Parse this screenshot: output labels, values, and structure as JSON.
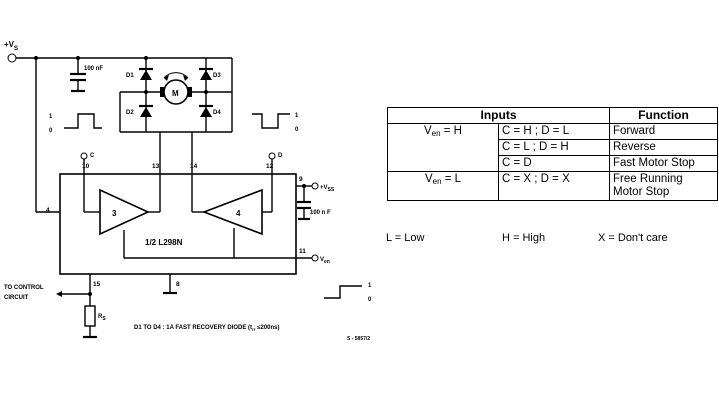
{
  "schematic": {
    "supply_label": "+V",
    "supply_sub": "S",
    "cap1_label": "100 nF",
    "cap2_label": "100 n F",
    "d1": "D1",
    "d2": "D2",
    "d3": "D3",
    "d4": "D4",
    "motor": "M",
    "pulse_left_hi": "1",
    "pulse_left_lo": "0",
    "pulse_right_hi": "1",
    "pulse_right_lo": "0",
    "pulse_en_hi": "1",
    "pulse_en_lo": "0",
    "input_c": "C",
    "input_d": "D",
    "pin10": "10",
    "pin13": "13",
    "pin14": "14",
    "pin12": "12",
    "pin9": "9",
    "pin4": "4",
    "pin11": "11",
    "pin15": "15",
    "pin8": "8",
    "vss_label": "+V",
    "vss_sub": "SS",
    "ven_label": "V",
    "ven_sub": "en",
    "amp_left": "3",
    "amp_right": "4",
    "chip_label": "1/2  L298N",
    "control_label_1": "TO CONTROL",
    "control_label_2": "CIRCUIT",
    "rs_label": "R",
    "rs_sub": "S",
    "note_text": "D1  TO  D4 : 1A  FAST  RECOVERY  DIODE  (t",
    "note_sub": "rr",
    "note_tail": " ≤200ns)",
    "ref_code": "S - 5857/2"
  },
  "table": {
    "header_inputs": "Inputs",
    "header_function": "Function",
    "ven_high_prefix": "V",
    "ven_high_sub": "en",
    "ven_high_suffix": " = H",
    "ven_low_prefix": "V",
    "ven_low_sub": "en",
    "ven_low_suffix": " = L",
    "rows": [
      {
        "cond": "C = H ; D = L",
        "func": "Forward"
      },
      {
        "cond": "C = L ; D = H",
        "func": "Reverse"
      },
      {
        "cond": "C = D",
        "func": "Fast Motor Stop"
      },
      {
        "cond": "C = X ; D = X",
        "func": "Free Running Motor Stop"
      }
    ]
  },
  "legend": {
    "low": "L = Low",
    "high": "H = High",
    "dontcare": "X = Don't care"
  }
}
